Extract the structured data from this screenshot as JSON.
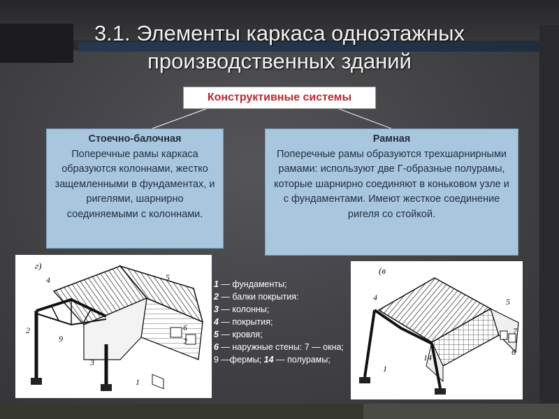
{
  "slide": {
    "title": "3.1. Элементы каркаса одноэтажных производственных зданий"
  },
  "diagram": {
    "root": "Конструктивные системы",
    "left": {
      "heading": "Стоечно-балочная",
      "text": "Поперечные рамы каркаса образуются колоннами, жестко защемленными в фундаментах, и ригелями, шарнирно соединяемыми с колоннами."
    },
    "right": {
      "heading": "Рамная",
      "text": "Поперечные рамы образуются трехшарнирными рамами: используют две Г-образные полурамы, которые шарнирно соединяют в коньковом узле и с фундаментами. Имеют жесткое соединение ригеля со стойкой."
    }
  },
  "figures": {
    "left": {
      "letter": "г)",
      "labels": [
        "4",
        "5",
        "2",
        "6",
        "7",
        "9",
        "3",
        "1"
      ]
    },
    "right": {
      "letter": "(в",
      "labels": [
        "4",
        "5",
        "7",
        "14",
        "6",
        "1"
      ]
    }
  },
  "legend": [
    {
      "num": "1",
      "text": " — фундаменты;"
    },
    {
      "num": "2",
      "text": " — балки покрытия:"
    },
    {
      "num": "3",
      "text": " — колонны;"
    },
    {
      "num": "4",
      "text": " — покрытия;"
    },
    {
      "num": "5",
      "text": " — кровля;"
    },
    {
      "num": "6",
      "text": " — наружные стены: 7 — окна; 9 —фермы; "
    },
    {
      "num": "14",
      "text": " — полурамы;"
    }
  ]
}
